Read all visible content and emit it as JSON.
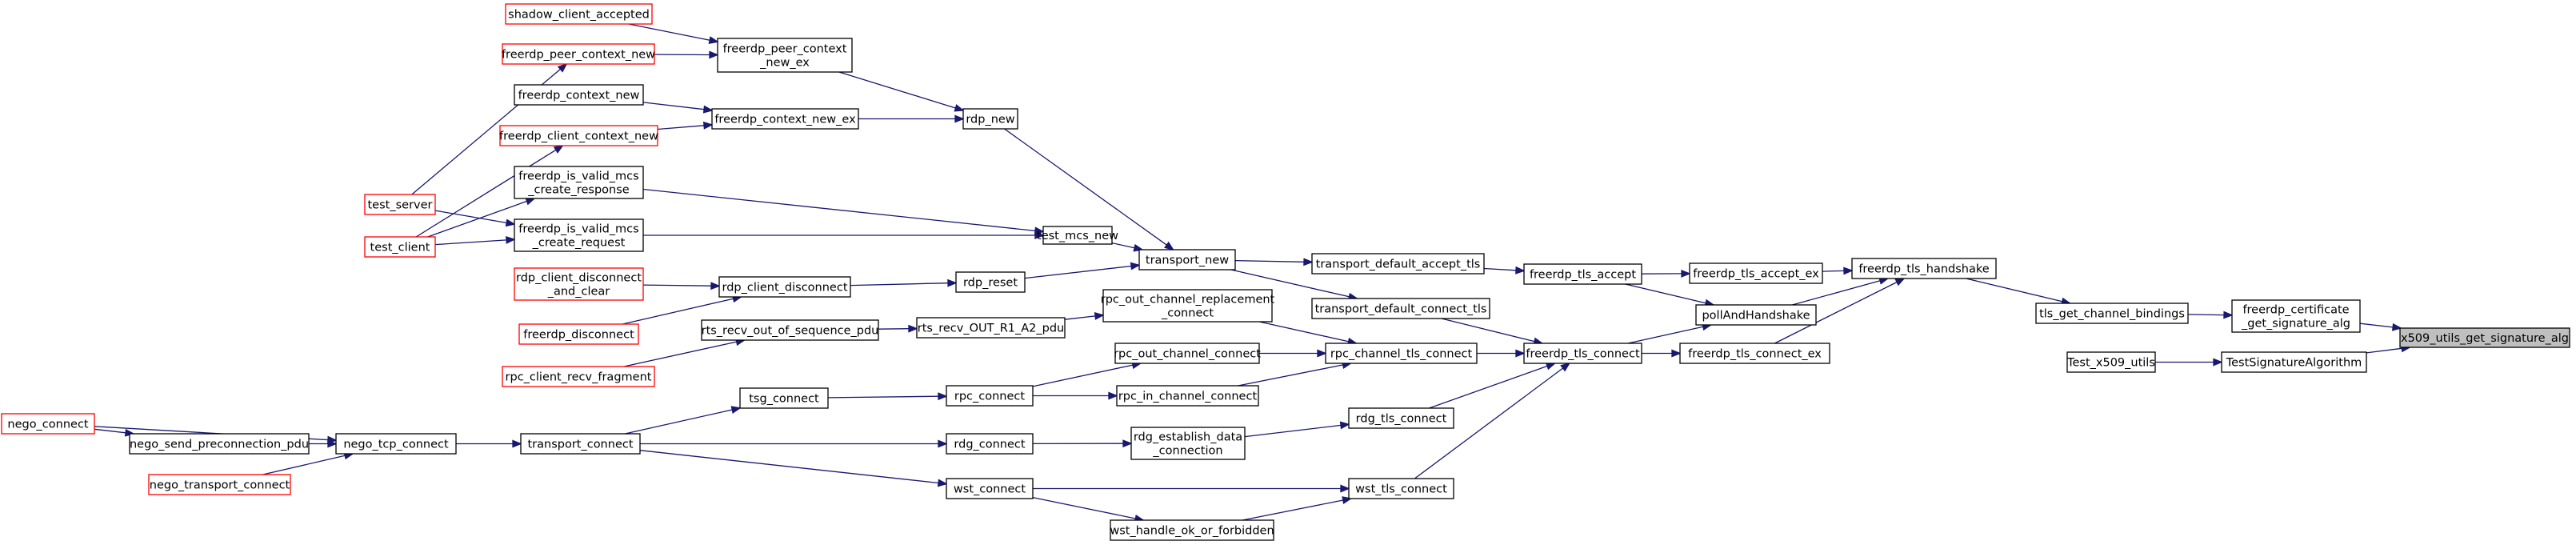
{
  "colors": {
    "edge": "#191970",
    "node_border": "#000000",
    "node_border_external": "#ff0000",
    "focus_fill": "#bfbfbf",
    "background": "#ffffff"
  },
  "nodes": [
    {
      "id": "x509_utils_get_signature_alg",
      "lines": [
        "x509_utils_get_signature_alg"
      ],
      "kind": "focus"
    },
    {
      "id": "freerdp_certificate_get_signature_alg",
      "lines": [
        "freerdp_certificate",
        "_get_signature_alg"
      ],
      "kind": "normal"
    },
    {
      "id": "TestSignatureAlgorithm",
      "lines": [
        "TestSignatureAlgorithm"
      ],
      "kind": "normal"
    },
    {
      "id": "Test_x509_utils",
      "lines": [
        "Test_x509_utils"
      ],
      "kind": "normal"
    },
    {
      "id": "tls_get_channel_bindings",
      "lines": [
        "tls_get_channel_bindings"
      ],
      "kind": "normal"
    },
    {
      "id": "freerdp_tls_handshake",
      "lines": [
        "freerdp_tls_handshake"
      ],
      "kind": "normal"
    },
    {
      "id": "freerdp_tls_accept_ex",
      "lines": [
        "freerdp_tls_accept_ex"
      ],
      "kind": "normal"
    },
    {
      "id": "pollAndHandshake",
      "lines": [
        "pollAndHandshake"
      ],
      "kind": "normal"
    },
    {
      "id": "freerdp_tls_connect_ex",
      "lines": [
        "freerdp_tls_connect_ex"
      ],
      "kind": "normal"
    },
    {
      "id": "freerdp_tls_accept",
      "lines": [
        "freerdp_tls_accept"
      ],
      "kind": "normal"
    },
    {
      "id": "freerdp_tls_connect",
      "lines": [
        "freerdp_tls_connect"
      ],
      "kind": "normal"
    },
    {
      "id": "transport_default_accept_tls",
      "lines": [
        "transport_default_accept_tls"
      ],
      "kind": "normal"
    },
    {
      "id": "transport_default_connect_tls",
      "lines": [
        "transport_default_connect_tls"
      ],
      "kind": "normal"
    },
    {
      "id": "rpc_channel_tls_connect",
      "lines": [
        "rpc_channel_tls_connect"
      ],
      "kind": "normal"
    },
    {
      "id": "rdg_tls_connect",
      "lines": [
        "rdg_tls_connect"
      ],
      "kind": "normal"
    },
    {
      "id": "wst_tls_connect",
      "lines": [
        "wst_tls_connect"
      ],
      "kind": "normal"
    },
    {
      "id": "transport_new",
      "lines": [
        "transport_new"
      ],
      "kind": "normal"
    },
    {
      "id": "rpc_out_channel_replacement_connect",
      "lines": [
        "rpc_out_channel_replacement",
        "_connect"
      ],
      "kind": "normal"
    },
    {
      "id": "rpc_out_channel_connect",
      "lines": [
        "rpc_out_channel_connect"
      ],
      "kind": "normal"
    },
    {
      "id": "rpc_in_channel_connect",
      "lines": [
        "rpc_in_channel_connect"
      ],
      "kind": "normal"
    },
    {
      "id": "rdg_establish_data_connection",
      "lines": [
        "rdg_establish_data",
        "_connection"
      ],
      "kind": "normal"
    },
    {
      "id": "wst_connect",
      "lines": [
        "wst_connect"
      ],
      "kind": "normal"
    },
    {
      "id": "wst_handle_ok_or_forbidden",
      "lines": [
        "wst_handle_ok_or_forbidden"
      ],
      "kind": "normal"
    },
    {
      "id": "rdp_new",
      "lines": [
        "rdp_new"
      ],
      "kind": "normal"
    },
    {
      "id": "test_mcs_new",
      "lines": [
        "test_mcs_new"
      ],
      "kind": "normal"
    },
    {
      "id": "rdp_reset",
      "lines": [
        "rdp_reset"
      ],
      "kind": "normal"
    },
    {
      "id": "rts_recv_OUT_R1_A2_pdu",
      "lines": [
        "rts_recv_OUT_R1_A2_pdu"
      ],
      "kind": "normal"
    },
    {
      "id": "rpc_connect",
      "lines": [
        "rpc_connect"
      ],
      "kind": "normal"
    },
    {
      "id": "rdg_connect",
      "lines": [
        "rdg_connect"
      ],
      "kind": "normal"
    },
    {
      "id": "transport_connect",
      "lines": [
        "transport_connect"
      ],
      "kind": "normal"
    },
    {
      "id": "tsg_connect",
      "lines": [
        "tsg_connect"
      ],
      "kind": "normal"
    },
    {
      "id": "freerdp_peer_context_new_ex",
      "lines": [
        "freerdp_peer_context",
        "_new_ex"
      ],
      "kind": "normal"
    },
    {
      "id": "freerdp_context_new_ex",
      "lines": [
        "freerdp_context_new_ex"
      ],
      "kind": "normal"
    },
    {
      "id": "freerdp_is_valid_mcs_create_response",
      "lines": [
        "freerdp_is_valid_mcs",
        "_create_response"
      ],
      "kind": "normal"
    },
    {
      "id": "freerdp_is_valid_mcs_create_request",
      "lines": [
        "freerdp_is_valid_mcs",
        "_create_request"
      ],
      "kind": "normal"
    },
    {
      "id": "rdp_client_disconnect",
      "lines": [
        "rdp_client_disconnect"
      ],
      "kind": "normal"
    },
    {
      "id": "rts_recv_out_of_sequence_pdu",
      "lines": [
        "rts_recv_out_of_sequence_pdu"
      ],
      "kind": "normal"
    },
    {
      "id": "nego_tcp_connect",
      "lines": [
        "nego_tcp_connect"
      ],
      "kind": "normal"
    },
    {
      "id": "shadow_client_accepted",
      "lines": [
        "shadow_client_accepted"
      ],
      "kind": "external"
    },
    {
      "id": "freerdp_peer_context_new",
      "lines": [
        "freerdp_peer_context_new"
      ],
      "kind": "external"
    },
    {
      "id": "freerdp_context_new",
      "lines": [
        "freerdp_context_new"
      ],
      "kind": "normal"
    },
    {
      "id": "freerdp_client_context_new",
      "lines": [
        "freerdp_client_context_new"
      ],
      "kind": "external"
    },
    {
      "id": "rdp_client_disconnect_and_clear",
      "lines": [
        "rdp_client_disconnect",
        "_and_clear"
      ],
      "kind": "external"
    },
    {
      "id": "freerdp_disconnect",
      "lines": [
        "freerdp_disconnect"
      ],
      "kind": "external"
    },
    {
      "id": "rpc_client_recv_fragment",
      "lines": [
        "rpc_client_recv_fragment"
      ],
      "kind": "external"
    },
    {
      "id": "nego_send_preconnection_pdu",
      "lines": [
        "nego_send_preconnection_pdu"
      ],
      "kind": "normal"
    },
    {
      "id": "nego_transport_connect",
      "lines": [
        "nego_transport_connect"
      ],
      "kind": "external"
    },
    {
      "id": "test_server",
      "lines": [
        "test_server"
      ],
      "kind": "external"
    },
    {
      "id": "test_client",
      "lines": [
        "test_client"
      ],
      "kind": "external"
    },
    {
      "id": "nego_connect",
      "lines": [
        "nego_connect"
      ],
      "kind": "external"
    }
  ],
  "edges": [
    [
      "freerdp_certificate_get_signature_alg",
      "x509_utils_get_signature_alg"
    ],
    [
      "TestSignatureAlgorithm",
      "x509_utils_get_signature_alg"
    ],
    [
      "Test_x509_utils",
      "TestSignatureAlgorithm"
    ],
    [
      "tls_get_channel_bindings",
      "freerdp_certificate_get_signature_alg"
    ],
    [
      "freerdp_tls_handshake",
      "tls_get_channel_bindings"
    ],
    [
      "freerdp_tls_accept_ex",
      "freerdp_tls_handshake"
    ],
    [
      "pollAndHandshake",
      "freerdp_tls_handshake"
    ],
    [
      "freerdp_tls_connect_ex",
      "freerdp_tls_handshake"
    ],
    [
      "freerdp_tls_accept",
      "freerdp_tls_accept_ex"
    ],
    [
      "freerdp_tls_accept",
      "pollAndHandshake"
    ],
    [
      "freerdp_tls_connect",
      "pollAndHandshake"
    ],
    [
      "freerdp_tls_connect",
      "freerdp_tls_connect_ex"
    ],
    [
      "transport_default_accept_tls",
      "freerdp_tls_accept"
    ],
    [
      "transport_default_connect_tls",
      "freerdp_tls_connect"
    ],
    [
      "rpc_channel_tls_connect",
      "freerdp_tls_connect"
    ],
    [
      "rdg_tls_connect",
      "freerdp_tls_connect"
    ],
    [
      "wst_tls_connect",
      "freerdp_tls_connect"
    ],
    [
      "transport_new",
      "transport_default_accept_tls"
    ],
    [
      "transport_new",
      "transport_default_connect_tls"
    ],
    [
      "rpc_out_channel_replacement_connect",
      "rpc_channel_tls_connect"
    ],
    [
      "rpc_out_channel_connect",
      "rpc_channel_tls_connect"
    ],
    [
      "rpc_in_channel_connect",
      "rpc_channel_tls_connect"
    ],
    [
      "rdg_establish_data_connection",
      "rdg_tls_connect"
    ],
    [
      "wst_connect",
      "wst_tls_connect"
    ],
    [
      "wst_handle_ok_or_forbidden",
      "wst_tls_connect"
    ],
    [
      "rdp_new",
      "transport_new"
    ],
    [
      "test_mcs_new",
      "transport_new"
    ],
    [
      "rdp_reset",
      "transport_new"
    ],
    [
      "rts_recv_OUT_R1_A2_pdu",
      "rpc_out_channel_replacement_connect"
    ],
    [
      "rpc_connect",
      "rpc_out_channel_connect"
    ],
    [
      "rpc_connect",
      "rpc_in_channel_connect"
    ],
    [
      "rdg_connect",
      "rdg_establish_data_connection"
    ],
    [
      "transport_connect",
      "wst_connect"
    ],
    [
      "wst_connect",
      "wst_handle_ok_or_forbidden"
    ],
    [
      "transport_connect",
      "rdg_connect"
    ],
    [
      "tsg_connect",
      "rpc_connect"
    ],
    [
      "transport_connect",
      "tsg_connect"
    ],
    [
      "freerdp_peer_context_new_ex",
      "rdp_new"
    ],
    [
      "freerdp_context_new_ex",
      "rdp_new"
    ],
    [
      "freerdp_is_valid_mcs_create_response",
      "test_mcs_new"
    ],
    [
      "freerdp_is_valid_mcs_create_request",
      "test_mcs_new"
    ],
    [
      "rdp_client_disconnect",
      "rdp_reset"
    ],
    [
      "rts_recv_out_of_sequence_pdu",
      "rts_recv_OUT_R1_A2_pdu"
    ],
    [
      "nego_tcp_connect",
      "transport_connect"
    ],
    [
      "shadow_client_accepted",
      "freerdp_peer_context_new_ex"
    ],
    [
      "freerdp_peer_context_new",
      "freerdp_peer_context_new_ex"
    ],
    [
      "freerdp_context_new",
      "freerdp_context_new_ex"
    ],
    [
      "freerdp_client_context_new",
      "freerdp_context_new_ex"
    ],
    [
      "rdp_client_disconnect_and_clear",
      "rdp_client_disconnect"
    ],
    [
      "freerdp_disconnect",
      "rdp_client_disconnect"
    ],
    [
      "rpc_client_recv_fragment",
      "rts_recv_out_of_sequence_pdu"
    ],
    [
      "nego_connect",
      "nego_tcp_connect"
    ],
    [
      "nego_send_preconnection_pdu",
      "nego_tcp_connect"
    ],
    [
      "nego_transport_connect",
      "nego_tcp_connect"
    ],
    [
      "test_server",
      "freerdp_peer_context_new"
    ],
    [
      "test_server",
      "freerdp_is_valid_mcs_create_request"
    ],
    [
      "test_client",
      "freerdp_client_context_new"
    ],
    [
      "test_client",
      "freerdp_is_valid_mcs_create_response"
    ],
    [
      "test_client",
      "freerdp_is_valid_mcs_create_request"
    ],
    [
      "nego_connect",
      "nego_send_preconnection_pdu"
    ]
  ]
}
